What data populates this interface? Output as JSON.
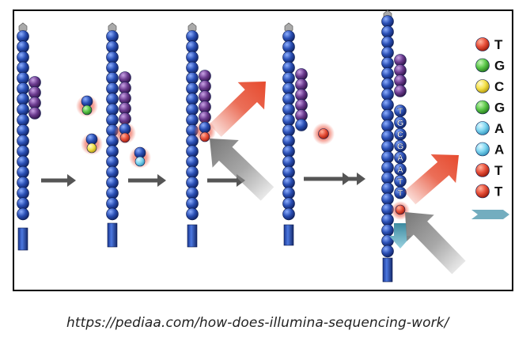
{
  "diagram": {
    "strand_letters": [
      "T",
      "G",
      "C",
      "G",
      "A",
      "A",
      "T",
      "T"
    ],
    "legend": [
      {
        "letter": "T",
        "color": "#e8503a"
      },
      {
        "letter": "G",
        "color": "#5cc84a"
      },
      {
        "letter": "C",
        "color": "#f5e14a"
      },
      {
        "letter": "G",
        "color": "#5cc84a"
      },
      {
        "letter": "A",
        "color": "#7fd6f0"
      },
      {
        "letter": "A",
        "color": "#7fd6f0"
      },
      {
        "letter": "T",
        "color": "#e8503a"
      },
      {
        "letter": "T",
        "color": "#e8503a"
      }
    ],
    "colors": {
      "template_bead": "#2a4fb5",
      "primer_bead": "#6a3a8e",
      "frame": "#000000",
      "step_arrow": "#555555",
      "light_arrow": "#e64a2e",
      "detector_arrow": "#8a8a8a"
    }
  },
  "caption": {
    "url": "https://pediaa.com/how-does-illumina-sequencing-work/"
  }
}
